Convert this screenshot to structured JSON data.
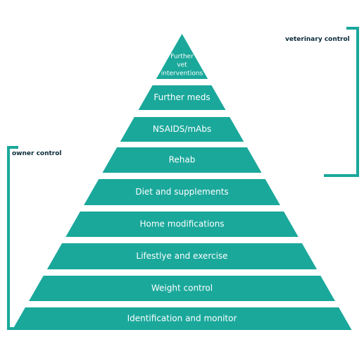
{
  "colors": {
    "teal": "#1aa89b",
    "label_dark": "#0b2b3a",
    "background": "#ffffff"
  },
  "brackets": {
    "veterinary": {
      "label": "veterinary control"
    },
    "owner": {
      "label": "owner control"
    }
  },
  "tiers": [
    {
      "lines": [
        "Further",
        "vet",
        "interventions"
      ]
    },
    {
      "lines": [
        "Further meds"
      ]
    },
    {
      "lines": [
        "NSAIDS/mAbs"
      ]
    },
    {
      "lines": [
        "Rehab"
      ]
    },
    {
      "lines": [
        "Diet and supplements"
      ]
    },
    {
      "lines": [
        "Home modifications"
      ]
    },
    {
      "lines": [
        "Lifestlye and exercise"
      ]
    },
    {
      "lines": [
        "Weight control"
      ]
    },
    {
      "lines": [
        "Identification and monitor"
      ]
    }
  ]
}
